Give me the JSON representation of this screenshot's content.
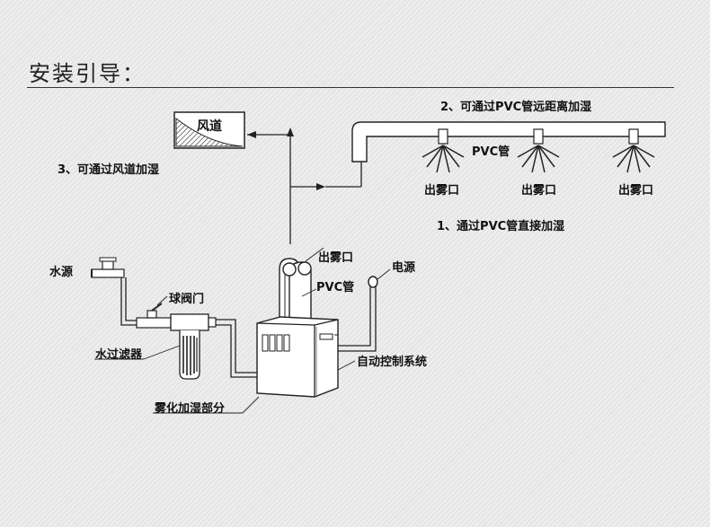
{
  "title": "安装引导：",
  "labels": {
    "fengdao": "风道",
    "via_duct": "3、可通过风道加湿",
    "via_pvc_long": "2、可通过PVC管远距离加湿",
    "pvc_pipe_top": "PVC管",
    "outlet": "出雾口",
    "via_pvc_direct": "1、通过PVC管直接加湿",
    "water_source": "水源",
    "ball_valve": "球阀门",
    "outlet_machine": "出雾口",
    "pvc_pipe_machine": "PVC管",
    "power": "电源",
    "water_filter": "水过滤器",
    "auto_control": "自动控制系统",
    "atomizing_part": "雾化加湿部分"
  }
}
